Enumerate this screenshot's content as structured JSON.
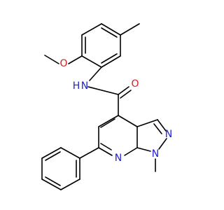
{
  "molecule": {
    "atoms": {
      "o_methoxy": "O",
      "n_amide": "N",
      "h_amide": "H",
      "o_carbonyl": "O",
      "n_pyrazole_2": "N",
      "n_pyrazole_1": "N",
      "n_pyridine": "N"
    },
    "colors": {
      "carbon_bond": "#000000",
      "nitrogen": "#1f1fd0",
      "oxygen": "#d01f1f"
    }
  }
}
